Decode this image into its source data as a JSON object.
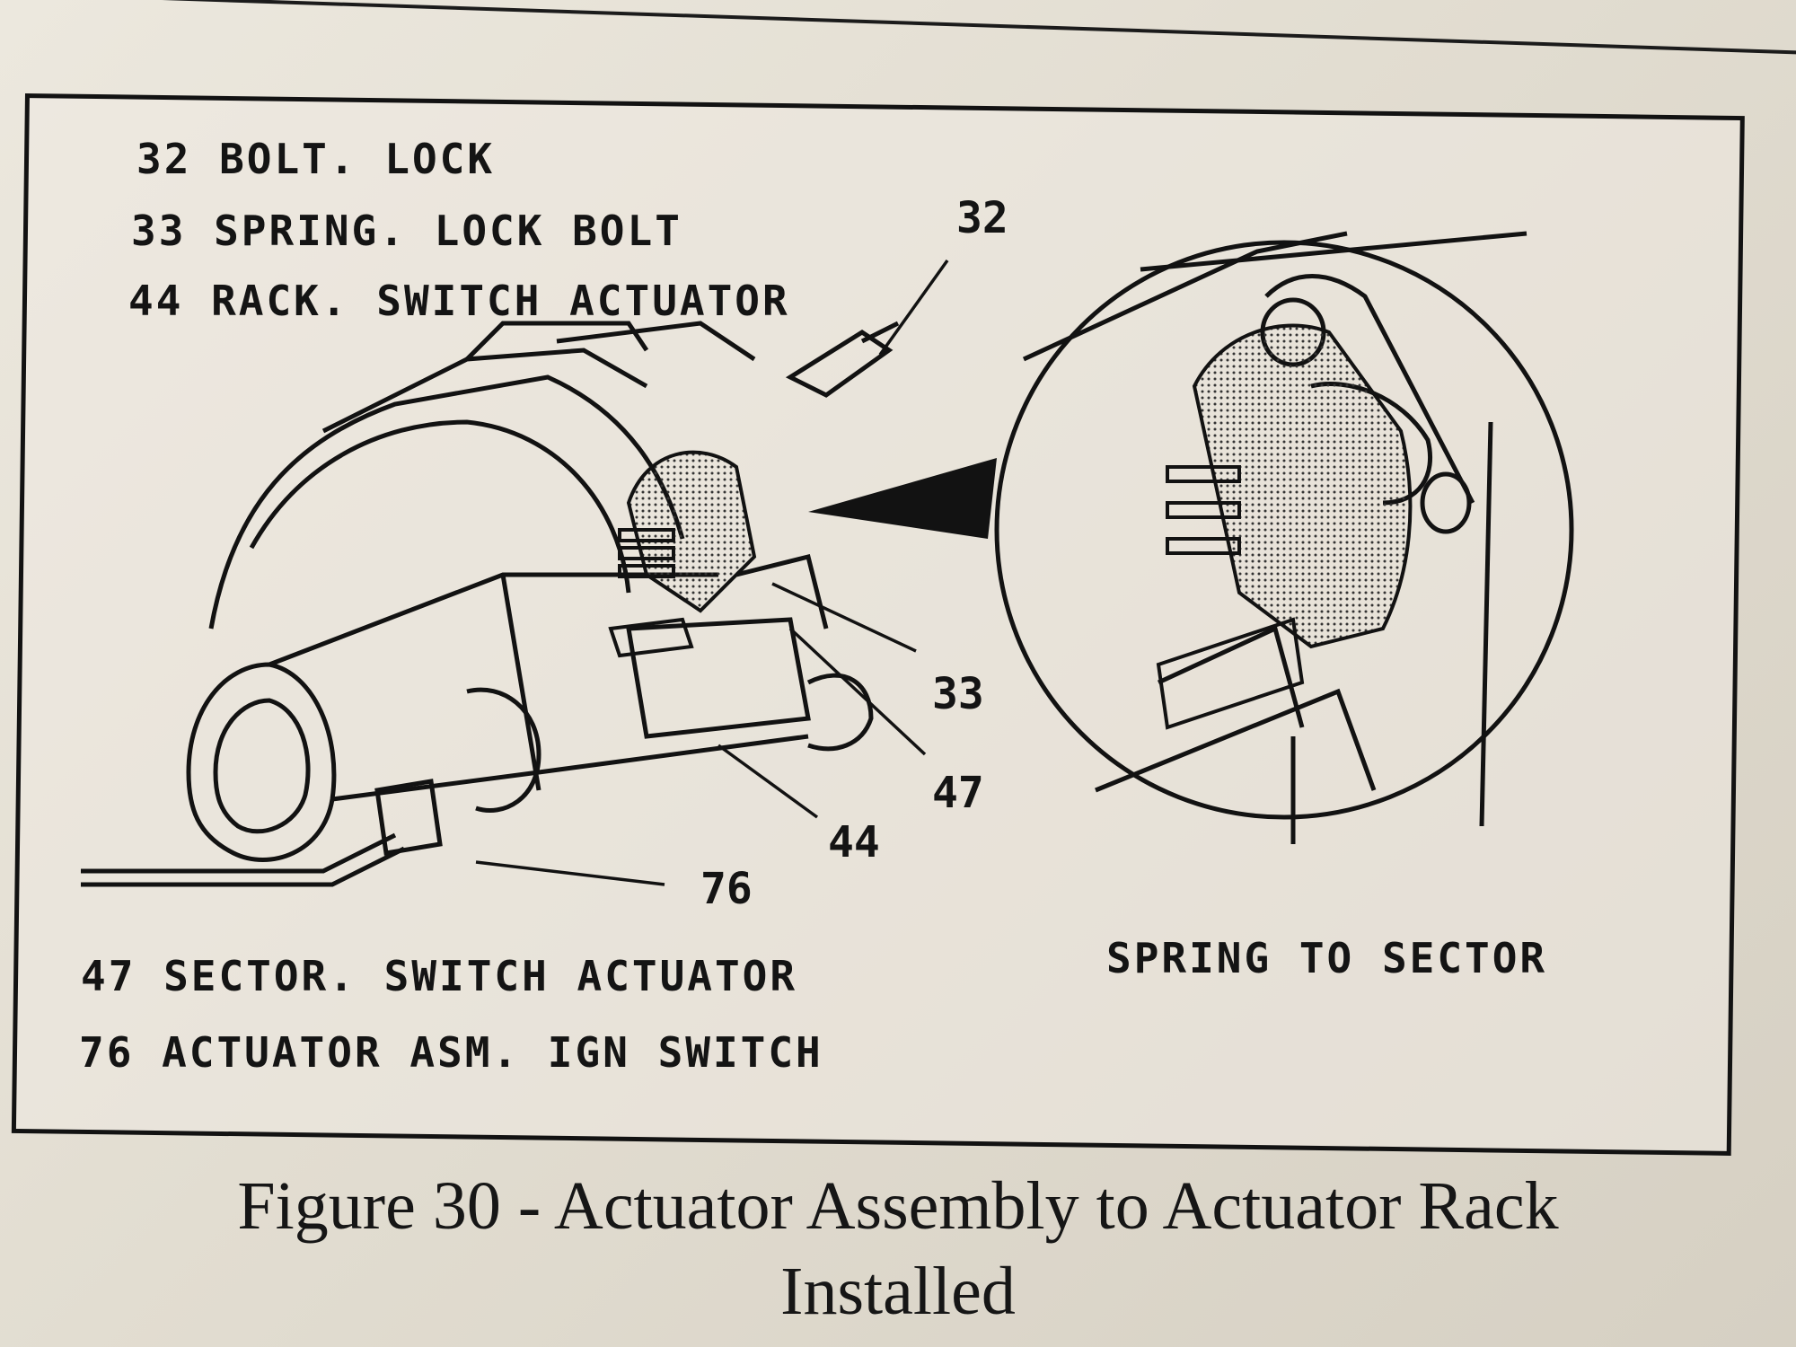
{
  "figure": {
    "caption_line1": "Figure 30 - Actuator Assembly to Actuator Rack",
    "caption_line2": "Installed"
  },
  "legend_top": [
    "32 BOLT. LOCK",
    "33 SPRING. LOCK BOLT",
    "44 RACK. SWITCH ACTUATOR"
  ],
  "legend_bottom": [
    "47 SECTOR. SWITCH ACTUATOR",
    "76 ACTUATOR ASM. IGN SWITCH"
  ],
  "callouts": {
    "c32": "32",
    "c33": "33",
    "c47": "47",
    "c44": "44",
    "c76": "76"
  },
  "detail_label": "SPRING TO SECTOR",
  "colors": {
    "ink": "#121212",
    "paper": "#e7e2d7"
  }
}
